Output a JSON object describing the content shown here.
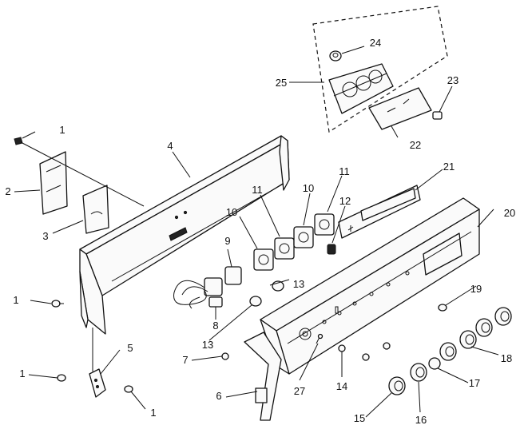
{
  "callouts": [
    {
      "label": "1"
    },
    {
      "label": "1"
    },
    {
      "label": "1"
    },
    {
      "label": "1"
    },
    {
      "label": "2"
    },
    {
      "label": "3"
    },
    {
      "label": "4"
    },
    {
      "label": "5"
    },
    {
      "label": "6"
    },
    {
      "label": "7"
    },
    {
      "label": "8"
    },
    {
      "label": "9"
    },
    {
      "label": "10"
    },
    {
      "label": "10"
    },
    {
      "label": "11"
    },
    {
      "label": "11"
    },
    {
      "label": "12"
    },
    {
      "label": "13"
    },
    {
      "label": "13"
    },
    {
      "label": "14"
    },
    {
      "label": "15"
    },
    {
      "label": "16"
    },
    {
      "label": "17"
    },
    {
      "label": "18"
    },
    {
      "label": "19"
    },
    {
      "label": "20"
    },
    {
      "label": "21"
    },
    {
      "label": "22"
    },
    {
      "label": "23"
    },
    {
      "label": "24"
    },
    {
      "label": "25"
    },
    {
      "label": "27"
    }
  ]
}
